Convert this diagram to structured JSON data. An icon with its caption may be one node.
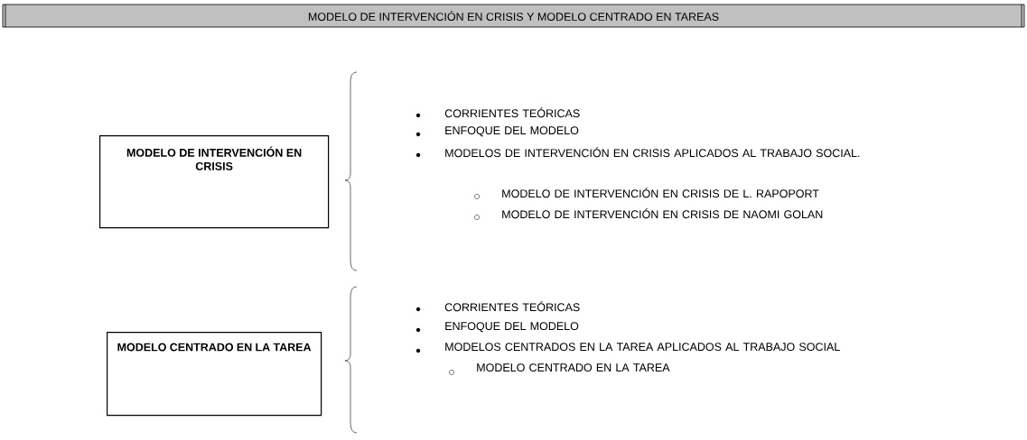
{
  "diagram": {
    "title": "MODELO DE INTERVENCIÓN EN CRISIS Y MODELO CENTRADO EN TAREAS",
    "nodes": [
      {
        "text": [
          "MODELO DE INTERVENCIÓN EN CRISIS"
        ]
      },
      {
        "text": [
          "MODELO CENTRADO EN LA TAREA"
        ]
      }
    ],
    "edges": [],
    "labels": [
      "CORRIENTES TEÓRICAS",
      "ENFOQUE DEL MODELO",
      "MODELOS DE INTERVENCIÓN EN CRISIS APLICADOS AL TRABAJO SOCIAL.",
      "MODELO DE INTERVENCIÓN EN CRISIS DE L. RAPOPORT",
      "MODELO DE INTERVENCIÓN EN CRISIS DE NAOMI GOLAN",
      "CORRIENTES TEÓRICAS",
      "ENFOQUE DEL MODELO",
      "MODELOS CENTRADOS EN LA TAREA APLICADOS AL TRABAJO SOCIAL",
      "MODELO CENTRADO EN LA TAREA"
    ]
  }
}
